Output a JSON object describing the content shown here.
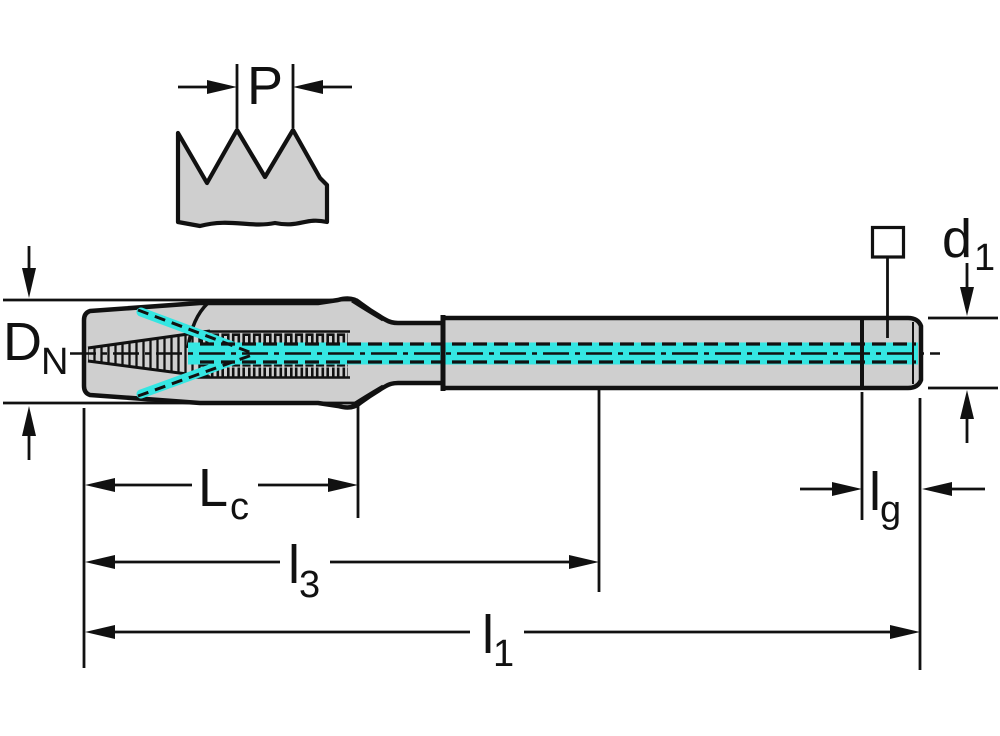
{
  "drawing": {
    "title": "tap-dimension-drawing",
    "background_color": "#ffffff",
    "body_fill_color": "#cfcfcf",
    "line_color": "#111111",
    "coolant_color": "#35e6e2",
    "labels": {
      "pitch": {
        "main": "P",
        "sub": ""
      },
      "nominal_diameter": {
        "main": "D",
        "sub": "N"
      },
      "shank_diameter": {
        "main": "d",
        "sub": "1"
      },
      "thread_length": {
        "main": "L",
        "sub": "c"
      },
      "flute_length": {
        "main": "l",
        "sub": "3"
      },
      "overall_length": {
        "main": "l",
        "sub": "1"
      },
      "square_length": {
        "main": "l",
        "sub": "g"
      }
    },
    "symbols": [
      {
        "name": "square-drive-symbol",
        "shape": "square"
      }
    ]
  }
}
